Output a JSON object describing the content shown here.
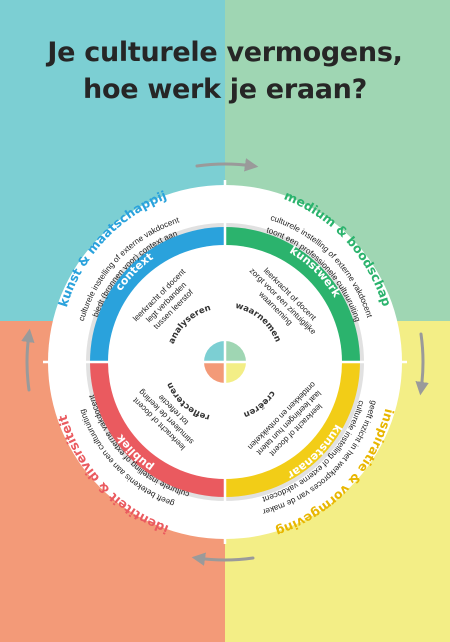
{
  "title": {
    "line1": "Je culturele vermogens,",
    "line2": "hoe werk je eraan?"
  },
  "colors": {
    "background_tl": "#7ccfd3",
    "background_tr": "#9fd6b3",
    "background_bl": "#f39a78",
    "background_br": "#f3ee86",
    "ring_context": "#2aa2dc",
    "ring_kunstwerk": "#2bb36d",
    "ring_kunstenaar": "#f2cd17",
    "ring_publiek": "#ea5a5f",
    "label_kunst": "#2aa2dc",
    "label_medium": "#2bb36d",
    "label_inspiratie": "#e8b600",
    "label_identiteit": "#ea5a5f"
  },
  "outer_labels": {
    "kunst": "kunst & maatschappij",
    "medium": "medium & boodschap",
    "inspiratie": "inspiratie & vormgeving",
    "identiteit": "identiteit & diversiteit"
  },
  "outer_texts": {
    "tl": [
      "culturele instelling of externe vakdocent",
      "biedt (bronnen voor) context aan"
    ],
    "tr": [
      "culturele instelling of externe vakdocent",
      "toont een professionele cultuuruiting"
    ],
    "br": [
      "culturele instelling of externe vakdocent",
      "geeft inzicht in het werkproces van de maker"
    ],
    "bl": [
      "culturele instelling of externe vakdocent",
      "geeft betekenis aan een cultuuruiting"
    ]
  },
  "ring_labels": {
    "context": "context",
    "kunstwerk": "kunstwerk",
    "kunstenaar": "kunstenaar",
    "publiek": "publiek"
  },
  "inner_texts": {
    "tl": [
      "leerkracht of docent",
      "legt verbanden",
      "tussen leerstof"
    ],
    "tr": [
      "leerkracht of docent",
      "zorgt voor een zintuiglijke",
      "waarneming"
    ],
    "br": [
      "leerkracht of docent",
      "laat leerlingen hun talent",
      "ontdekken en ontwikkelen"
    ],
    "bl": [
      "leerkracht of docent",
      "stimuleert de leerling",
      "tot reflectie"
    ]
  },
  "core_labels": {
    "analyseren": "analyseren",
    "waarnemen": "waarnemen",
    "creeren": "creëren",
    "reflecteren": "reflecteren"
  }
}
